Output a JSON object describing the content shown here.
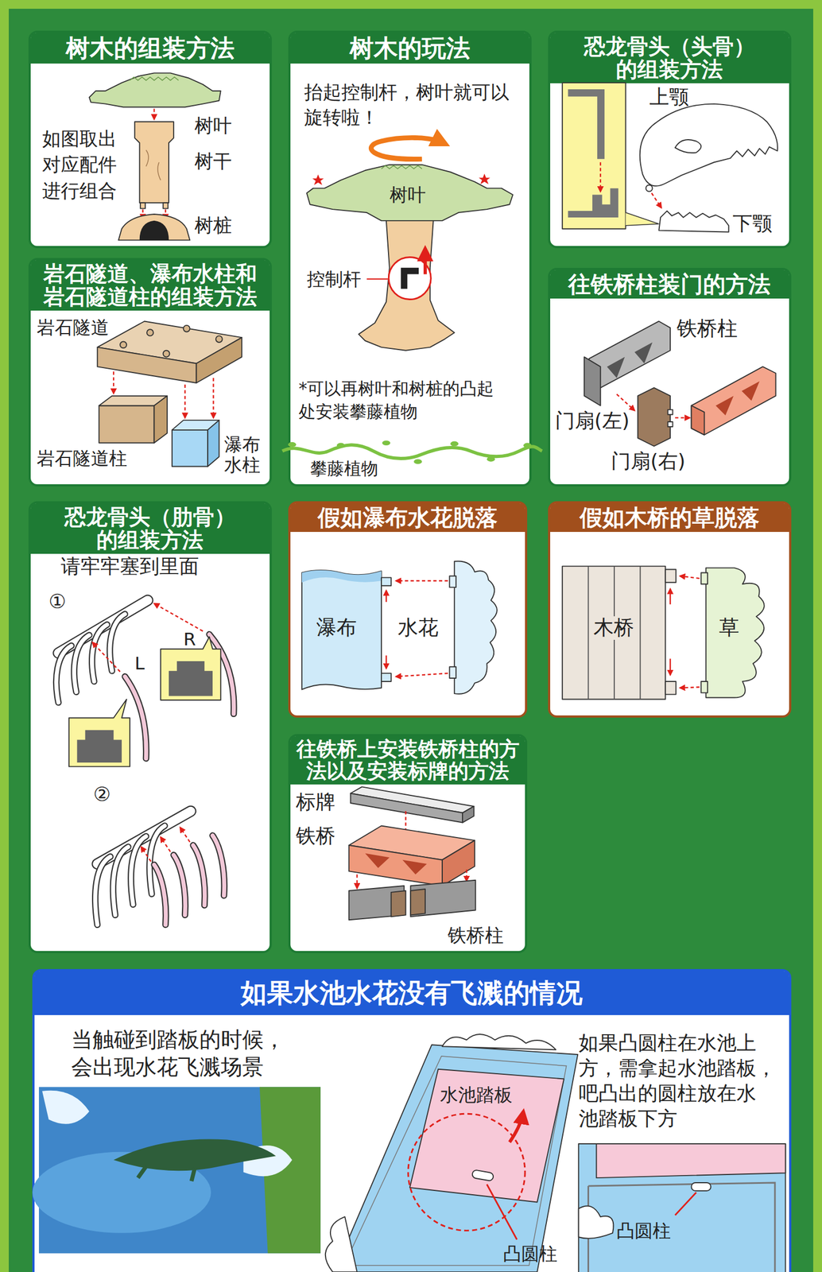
{
  "diagram": {
    "nodes": [
      {
        "text": [
          "树木的组装方法",
          "如图取出 对应配件 进行组合"
        ]
      },
      {
        "text": [
          "树木的玩法",
          "抬起控制杆，树叶就可以 旋转啦！",
          "*可以再树叶和树桩的凸起 处安装攀藤植物"
        ]
      },
      {
        "text": [
          "恐龙骨头（头骨） 的组装方法"
        ]
      },
      {
        "text": [
          "岩石隧道、瀑布水柱和 岩石隧道柱的组装方法"
        ]
      },
      {
        "text": [
          "往铁桥柱装门的方法"
        ]
      },
      {
        "text": [
          "恐龙骨头（肋骨） 的组装方法",
          "请牢牢塞到里面"
        ]
      },
      {
        "text": [
          "假如瀑布水花脱落"
        ]
      },
      {
        "text": [
          "假如木桥的草脱落"
        ]
      },
      {
        "text": [
          "往铁桥上安装铁桥柱的方 法以及安装标牌的方法"
        ]
      },
      {
        "text": [
          "如果水池水花没有飞溅的情况",
          "当触碰到踏板的时候， 会出现水花飞溅场景",
          "如果凸圆柱在水池上 方，需拿起水池踏板， 吧凸出的圆柱放在水 池踏板下方"
        ]
      }
    ],
    "labels": [
      "树叶",
      "树干",
      "树桩",
      "树叶",
      "控制杆",
      "攀藤植物",
      "上颚",
      "下颚",
      "岩石隧道",
      "岩石隧道柱",
      "瀑布 水柱",
      "铁桥柱",
      "门扇(左)",
      "门扇(右)",
      "①",
      "R",
      "L",
      "②",
      "瀑布",
      "水花",
      "木桥",
      "草",
      "标牌",
      "铁桥",
      "铁桥柱",
      "水池踏板",
      "凸圆柱",
      "凸圆柱"
    ]
  }
}
